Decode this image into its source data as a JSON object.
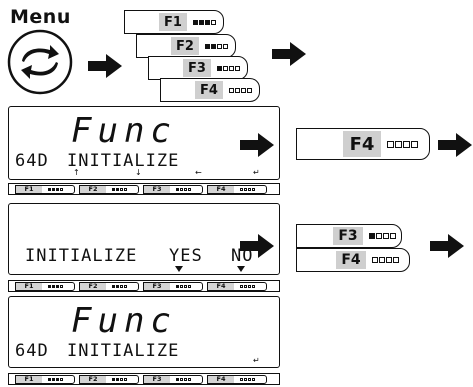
{
  "menu": {
    "label": "Menu",
    "icon": "rotate-arrows-icon"
  },
  "key_stack": [
    {
      "label": "F1",
      "filled": 3,
      "total": 4
    },
    {
      "label": "F2",
      "filled": 2,
      "total": 4
    },
    {
      "label": "F3",
      "filled": 1,
      "total": 4
    },
    {
      "label": "F4",
      "filled": 0,
      "total": 4
    }
  ],
  "step1": {
    "title": "Func",
    "code": "64D",
    "text": "INITIALIZE",
    "key": {
      "label": "F4",
      "filled": 0,
      "total": 4
    }
  },
  "step2": {
    "text": "INITIALIZE",
    "yes": "YES",
    "no": "NO",
    "keys": [
      {
        "label": "F3",
        "filled": 1,
        "total": 4
      },
      {
        "label": "F4",
        "filled": 0,
        "total": 4
      }
    ]
  },
  "step3": {
    "title": "Func",
    "code": "64D",
    "text": "INITIALIZE"
  },
  "function_bar": [
    {
      "label": "F1",
      "filled": 3,
      "total": 4
    },
    {
      "label": "F2",
      "filled": 2,
      "total": 4
    },
    {
      "label": "F3",
      "filled": 1,
      "total": 4
    },
    {
      "label": "F4",
      "filled": 0,
      "total": 4
    }
  ]
}
